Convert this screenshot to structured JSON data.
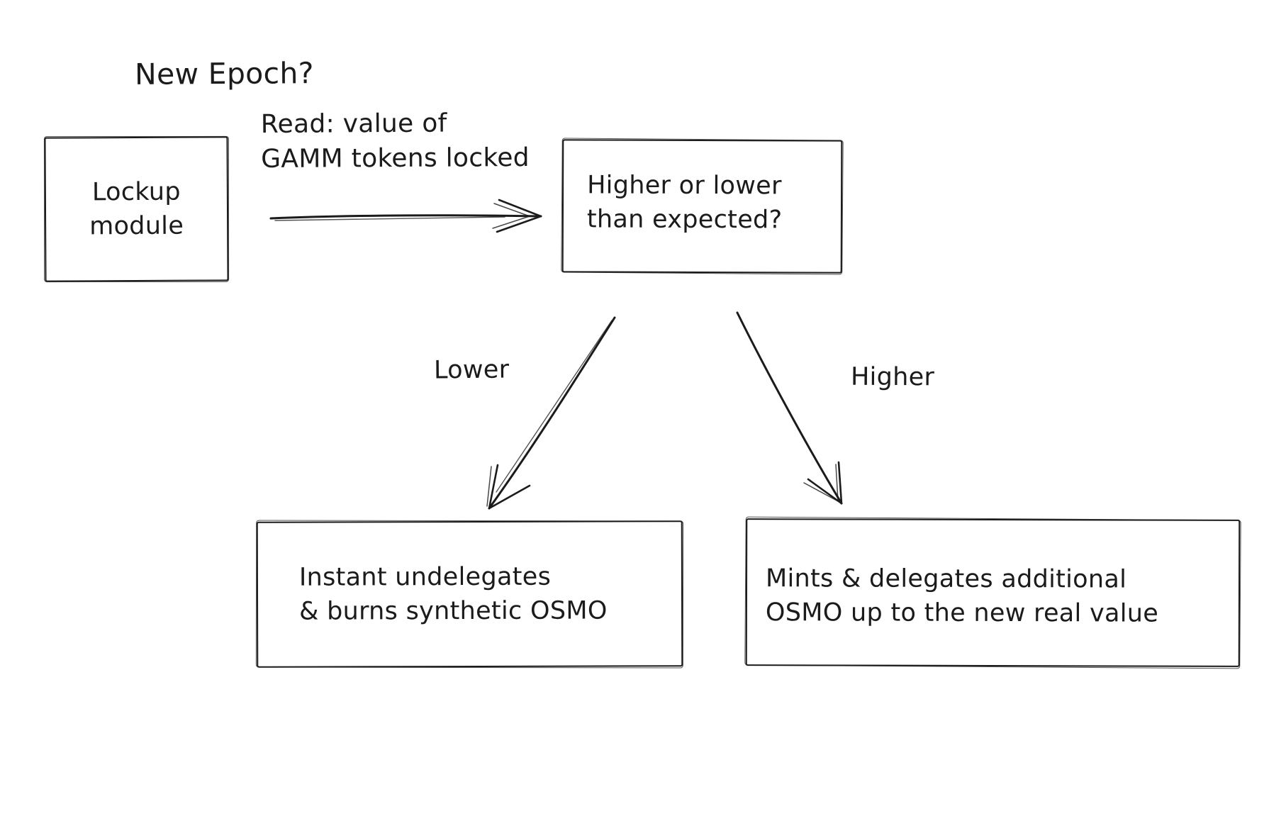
{
  "canvas": {
    "background_color": "#ffffff",
    "ink_color": "#1b1b1b"
  },
  "diagram": {
    "title": "New Epoch?",
    "nodes": [
      {
        "id": "lockup-module",
        "label_lines": [
          "Lockup",
          "module"
        ]
      },
      {
        "id": "decision",
        "label_lines": [
          "Higher or lower",
          "than expected?"
        ]
      },
      {
        "id": "lower-outcome",
        "label_lines": [
          "Instant undelegates",
          "& burns synthetic OSMO"
        ]
      },
      {
        "id": "higher-outcome",
        "label_lines": [
          "Mints & delegates additional",
          "OSMO up to the new real value"
        ]
      }
    ],
    "edges": [
      {
        "id": "read",
        "from": "lockup-module",
        "to": "decision",
        "label_lines": [
          "Read: value of",
          "GAMM tokens locked"
        ]
      },
      {
        "id": "lower",
        "from": "decision",
        "to": "lower-outcome",
        "label": "Lower"
      },
      {
        "id": "higher",
        "from": "decision",
        "to": "higher-outcome",
        "label": "Higher"
      }
    ]
  }
}
